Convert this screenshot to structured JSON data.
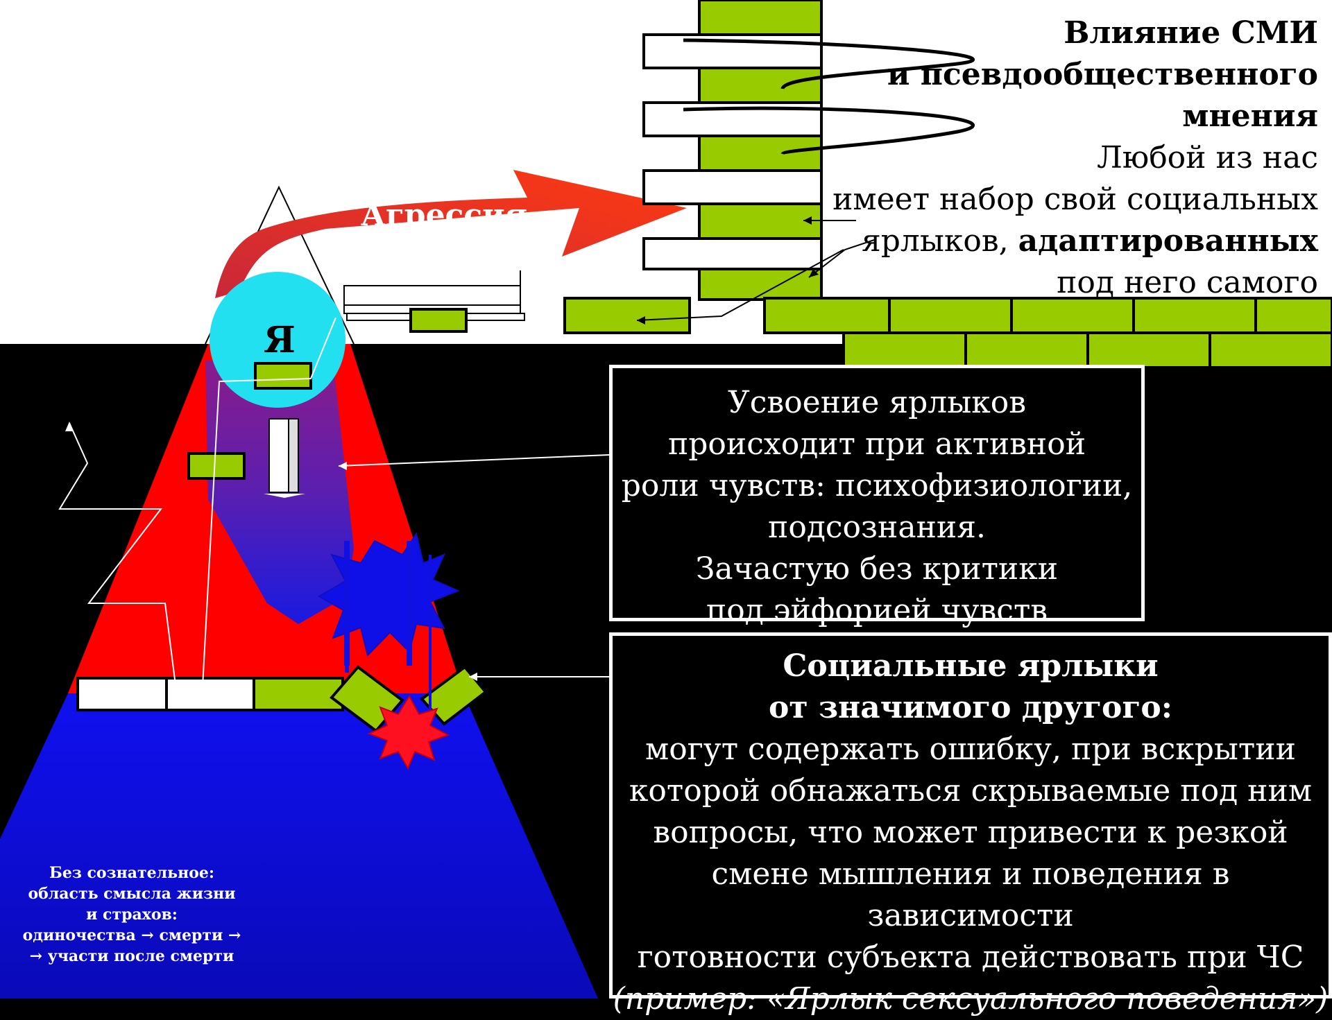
{
  "top_block": {
    "title_1": "Влияние СМИ",
    "title_2": "и псевдообщественного",
    "title_3": "мнения",
    "line_1": "Любой из нас",
    "line_2": "имеет набор свой социальных",
    "line_3_plain": "ярлыков, ",
    "line_3_bold": "адаптированных",
    "line_4": "под него самого"
  },
  "aggression_label": "Агрессия",
  "self_label": "Я",
  "box_assimilation": {
    "lines": [
      "Усвоение ярлыков",
      "происходит при активной",
      "роли чувств: психофизиологии,",
      "подсознания.",
      "Зачастую без критики",
      "под эйфорией чувств"
    ]
  },
  "box_social": {
    "title_1": "Социальные ярлыки",
    "title_2": "от значимого другого:",
    "lines": [
      "могут содержать ошибку, при вскрытии",
      "которой обнажаться скрываемые под ним",
      "вопросы, что может привести к резкой",
      "смене мышления и поведения в",
      "зависимости",
      "готовности субъекта действовать при ЧС"
    ],
    "example": "(пример: «Ярлык сексуального поведения»)"
  },
  "unconscious": {
    "lines": [
      "Без сознательное:",
      "область смысла жизни",
      "и страхов:",
      "одиночества → смерти →",
      "→ участи после смерти"
    ]
  },
  "colors": {
    "brick_green": "#99cc00",
    "pyramid_red": "#ff0000",
    "base_blue": "#0a14e6",
    "self_circle": "#22e0f0",
    "arrow_red": "#f0302a"
  }
}
